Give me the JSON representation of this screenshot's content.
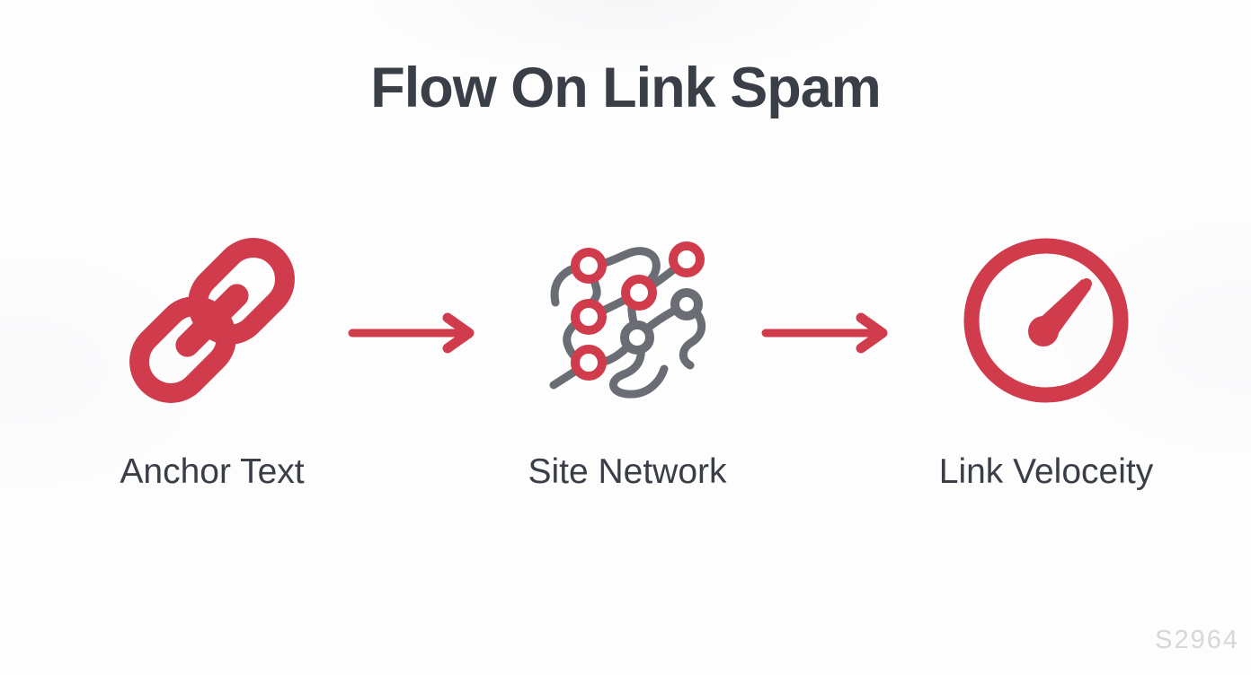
{
  "title": "Flow On Link Spam",
  "watermark": "S2964",
  "colors": {
    "accent_red": "#d03c4b",
    "line_gray": "#6a6d73",
    "text_dark": "#3a3e46",
    "watermark_gray": "#d6d7d9"
  },
  "steps": [
    {
      "label": "Anchor Text",
      "icon": "chain-link-icon"
    },
    {
      "label": "Site Network",
      "icon": "network-icon"
    },
    {
      "label": "Link Veloceity",
      "icon": "speedometer-icon"
    }
  ],
  "arrows": [
    {
      "name": "arrow-1",
      "direction": "right"
    },
    {
      "name": "arrow-2",
      "direction": "right"
    }
  ]
}
